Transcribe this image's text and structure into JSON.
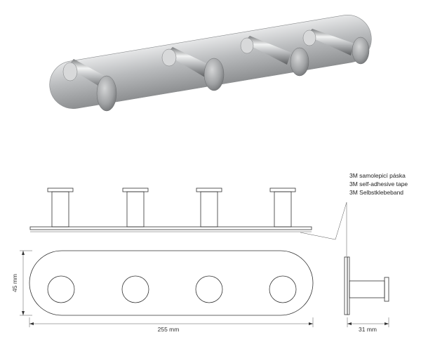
{
  "adhesive_note": {
    "lines": [
      "3M samolepicí páska",
      "3M self-adhesive tape",
      "3M Selbstklebeband"
    ]
  },
  "dimensions": {
    "height": "45 mm",
    "width": "255 mm",
    "depth": "31 mm"
  },
  "product": {
    "hook_count": 4,
    "colors": {
      "metal_light": "#d9dadb",
      "metal_mid": "#a7a9ab",
      "metal_dark": "#6e7072"
    }
  }
}
